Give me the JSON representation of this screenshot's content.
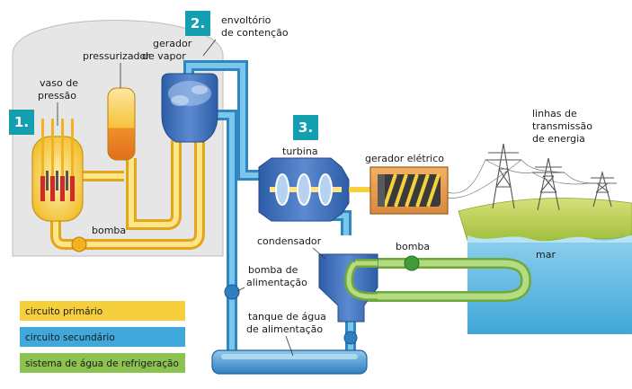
{
  "steps": {
    "one": "1.",
    "two": "2.",
    "three": "3."
  },
  "labels": {
    "containment_line1": "envoltório",
    "containment_line2": "de contenção",
    "pressurizer": "pressurizador",
    "steam_gen_line1": "gerador",
    "steam_gen_line2": "de vapor",
    "vessel_line1": "vaso de",
    "vessel_line2": "pressão",
    "primary_pump": "bomba",
    "turbine": "turbina",
    "generator": "gerador elétrico",
    "lines_line1": "linhas de",
    "lines_line2": "transmissão",
    "lines_line3": "de energia",
    "condenser": "condensador",
    "cooling_pump": "bomba",
    "sea": "mar",
    "feed_pump_line1": "bomba de",
    "feed_pump_line2": "alimentação",
    "feed_tank_line1": "tanque de água",
    "feed_tank_line2": "de alimentação"
  },
  "legend": [
    {
      "label": "circuito primário",
      "color": "#f6cf3c"
    },
    {
      "label": "circuito secundário",
      "color": "#41a8dc"
    },
    {
      "label": "sistema de água de refrigeração",
      "color": "#8cc24f"
    }
  ],
  "colors": {
    "primary": "#f6cf3c",
    "secondary": "#41a8dc",
    "cooling": "#8cc24f",
    "badge": "#139fb0",
    "containment": "#e8e8e8"
  }
}
